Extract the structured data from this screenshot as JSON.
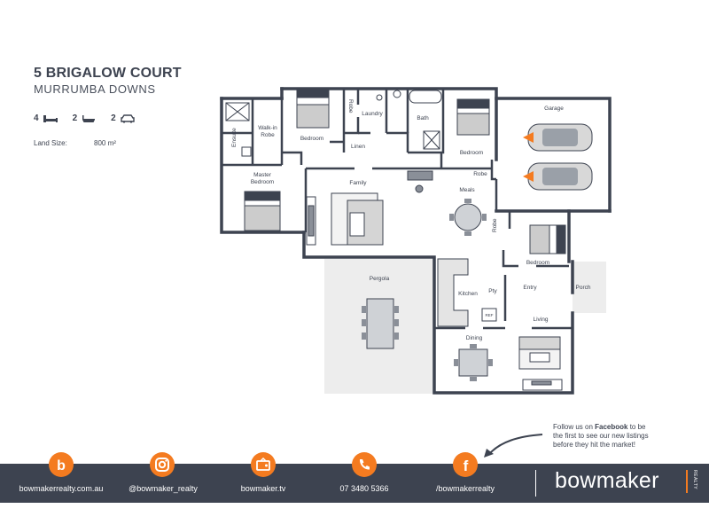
{
  "listing": {
    "address": "5 BRIGALOW COURT",
    "suburb": "MURRUMBA DOWNS",
    "beds": "4",
    "baths": "2",
    "cars": "2",
    "land_label": "Land Size:",
    "land_value": "800 m²"
  },
  "rooms": {
    "ensuite": "Ensuite",
    "walkin_robe": "Walk-in\nRobe",
    "master_bedroom": "Master\nBedroom",
    "bedroom_top": "Bedroom",
    "robe_top": "Robe",
    "laundry": "Laundry",
    "linen": "Linen",
    "bath": "Bath",
    "bedroom_right": "Bedroom",
    "robe_right": "Robe",
    "garage": "Garage",
    "family": "Family",
    "meals": "Meals",
    "robe_mid": "Robe",
    "bedroom_mid": "Bedroom",
    "pergola": "Pergola",
    "kitchen": "Kitchen",
    "pantry": "Pty",
    "fridge": "REF",
    "entry": "Entry",
    "porch": "Porch",
    "living": "Living",
    "dining": "Dining"
  },
  "promo": {
    "line1a": "Follow us on ",
    "line1b": "Facebook",
    "line1c": " to be",
    "line2": "the first to see our new listings",
    "line3": "before they hit the market!"
  },
  "footer": {
    "website": "bowmakerrealty.com.au",
    "instagram": "@bowmaker_realty",
    "tv": "bowmaker.tv",
    "phone": "07 3480 5366",
    "facebook": "/bowmakerrealty",
    "brand": "bowmaker",
    "brand_sub": "REALTY"
  },
  "colors": {
    "wall": "#3d4350",
    "accent": "#f47b20",
    "footer_bg": "#3d4350",
    "floor_outdoor": "#eeeeee"
  }
}
